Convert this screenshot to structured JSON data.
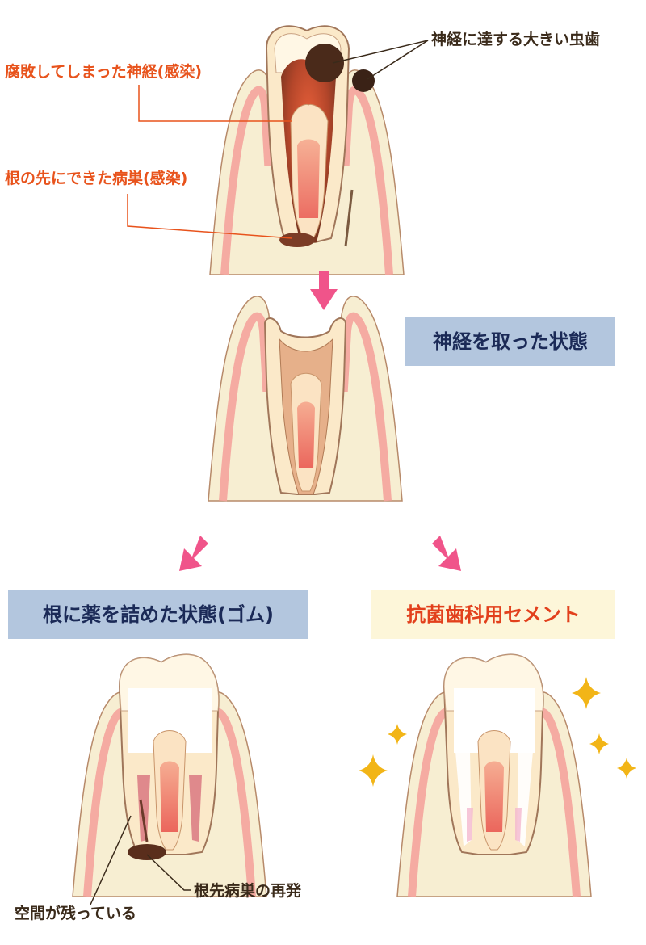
{
  "labels": {
    "decayed_nerve": "腐敗してしまった神経(感染)",
    "root_lesion": "根の先にできた病巣(感染)",
    "large_cavity": "神経に達する大きい虫歯",
    "gap_remains": "空間が残っている",
    "lesion_recurrence": "根先病巣の再発"
  },
  "boxes": {
    "nerve_removed": "神経を取った状態",
    "filled_gum": "根に薬を詰めた状態(ゴム)",
    "cement": "抗菌歯科用セメント"
  },
  "colors": {
    "accent_pink": "#f0548a",
    "label_red": "#e8531c",
    "box_blue": "#b3c6de",
    "box_cream": "#fdf6d9",
    "sparkle": "#f2b517"
  }
}
